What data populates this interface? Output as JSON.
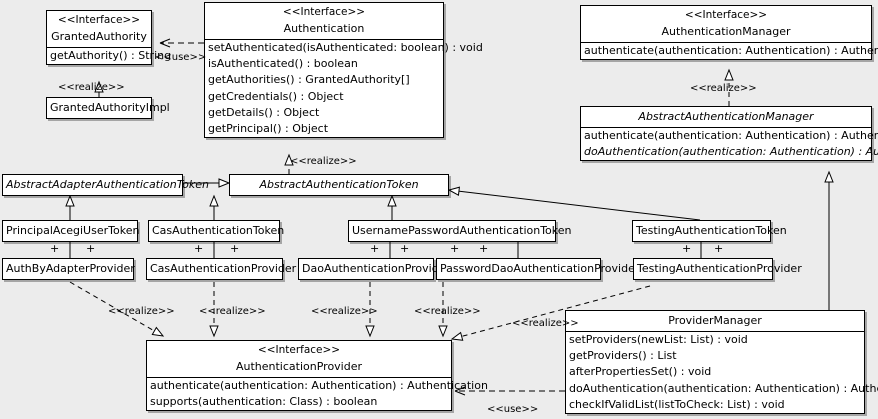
{
  "diagram": {
    "type": "uml-class-diagram",
    "background": "#ececec",
    "box_fill": "#ffffff",
    "line_color": "#000000"
  },
  "classes": {
    "granted_authority": {
      "stereotype": "<<Interface>>",
      "name": "GrantedAuthority",
      "methods": [
        "getAuthority() : String"
      ]
    },
    "granted_authority_impl": {
      "name": "GrantedAuthorityImpl"
    },
    "authentication": {
      "stereotype": "<<Interface>>",
      "name": "Authentication",
      "methods": [
        "setAuthenticated(isAuthenticated: boolean) : void",
        "isAuthenticated() : boolean",
        "getAuthorities() : GrantedAuthority[]",
        "getCredentials() : Object",
        "getDetails() : Object",
        "getPrincipal() : Object"
      ]
    },
    "authentication_manager": {
      "stereotype": "<<Interface>>",
      "name": "AuthenticationManager",
      "methods": [
        "authenticate(authentication: Authentication) : Authentication"
      ]
    },
    "abstract_authentication_manager": {
      "name": "AbstractAuthenticationManager",
      "abstract": true,
      "methods": [
        "authenticate(authentication: Authentication) : Authentication",
        "doAuthentication(authentication: Authentication) : Authentication"
      ],
      "abstract_methods": [
        false,
        true
      ]
    },
    "abstract_adapter_authentication_token": {
      "name": "AbstractAdapterAuthenticationToken",
      "abstract": true
    },
    "abstract_authentication_token": {
      "name": "AbstractAuthenticationToken",
      "abstract": true
    },
    "principal_acegi_user_token": {
      "name": "PrincipalAcegiUserToken"
    },
    "cas_authentication_token": {
      "name": "CasAuthenticationToken"
    },
    "username_password_authentication_token": {
      "name": "UsernamePasswordAuthenticationToken"
    },
    "testing_authentication_token": {
      "name": "TestingAuthenticationToken"
    },
    "auth_by_adapter_provider": {
      "name": "AuthByAdapterProvider"
    },
    "cas_authentication_provider": {
      "name": "CasAuthenticationProvider"
    },
    "dao_authentication_provider": {
      "name": "DaoAuthenticationProvider"
    },
    "password_dao_authentication_provider": {
      "name": "PasswordDaoAuthenticationProvider"
    },
    "testing_authentication_provider": {
      "name": "TestingAuthenticationProvider"
    },
    "authentication_provider": {
      "stereotype": "<<Interface>>",
      "name": "AuthenticationProvider",
      "methods": [
        "authenticate(authentication: Authentication) : Authentication",
        "supports(authentication: Class) : boolean"
      ]
    },
    "provider_manager": {
      "name": "ProviderManager",
      "methods": [
        "setProviders(newList: List) : void",
        "getProviders() : List",
        "afterPropertiesSet() : void",
        "doAuthentication(authentication: Authentication) : Authentication",
        "checkIfValidList(listToCheck: List) : void"
      ]
    }
  },
  "edge_labels": {
    "use_authentication_to_granted_authority": "<<use>>",
    "realize_granted_authority_impl": "<<realize>>",
    "realize_abstract_authentication_token": "<<realize>>",
    "realize_authentication_manager": "<<realize>>",
    "realize_auth_by_adapter_provider": "<<realize>>",
    "realize_cas_authentication_provider": "<<realize>>",
    "realize_dao_authentication_provider": "<<realize>>",
    "realize_password_dao_authentication_provider": "<<realize>>",
    "realize_testing_authentication_provider": "<<realize>>",
    "use_provider_manager": "<<use>>"
  },
  "association_markers": {
    "symbol": "+",
    "principal_acegi_user_token": [
      "+",
      "+"
    ],
    "cas_authentication_token": [
      "+",
      "+"
    ],
    "username_password_authentication_token": [
      "+",
      "+",
      "+",
      "+"
    ],
    "testing_authentication_token": [
      "+",
      "+"
    ]
  }
}
